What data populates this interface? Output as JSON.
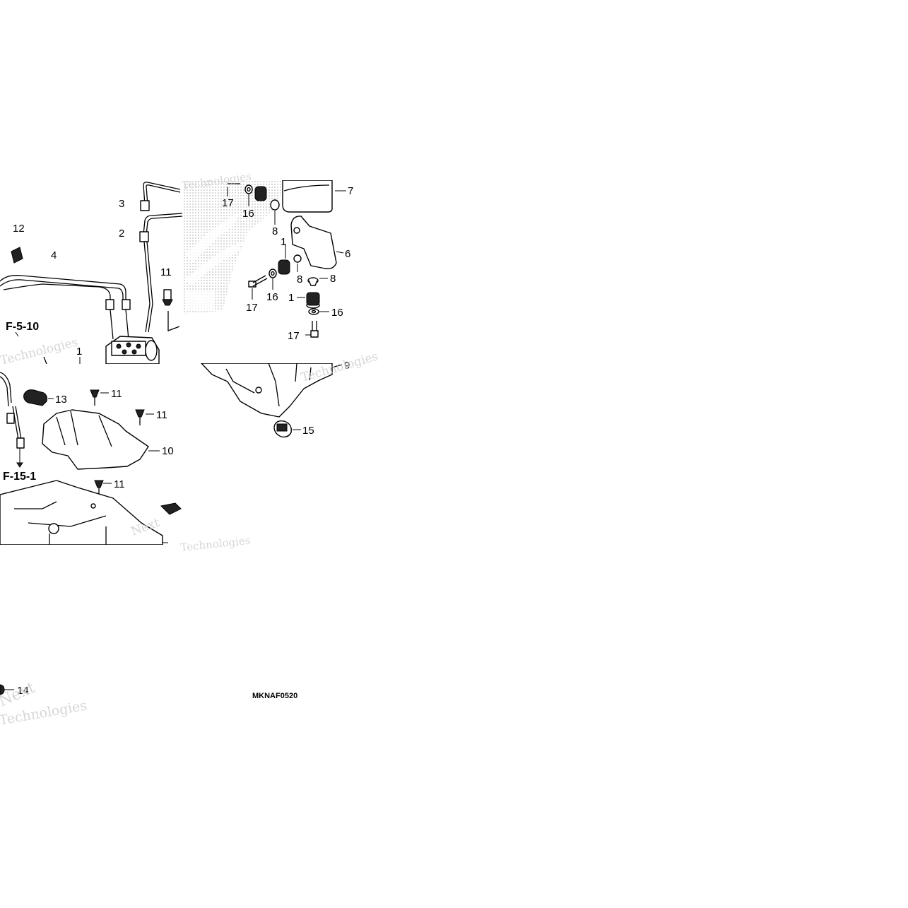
{
  "diagram": {
    "drawing_code": "MKNAF0520",
    "references": [
      {
        "id": "ref-f-5-10",
        "text": "F-5-10"
      },
      {
        "id": "ref-f-15-1",
        "text": "F-15-1"
      }
    ],
    "callouts": [
      {
        "id": "c1a",
        "text": "1"
      },
      {
        "id": "c1b",
        "text": "1"
      },
      {
        "id": "c1c",
        "text": "1"
      },
      {
        "id": "c2",
        "text": "2"
      },
      {
        "id": "c3",
        "text": "3"
      },
      {
        "id": "c4",
        "text": "4"
      },
      {
        "id": "c6",
        "text": "6"
      },
      {
        "id": "c7",
        "text": "7"
      },
      {
        "id": "c8a",
        "text": "8"
      },
      {
        "id": "c8b",
        "text": "8"
      },
      {
        "id": "c8c",
        "text": "8"
      },
      {
        "id": "c9",
        "text": "9"
      },
      {
        "id": "c10",
        "text": "10"
      },
      {
        "id": "c11a",
        "text": "11"
      },
      {
        "id": "c11b",
        "text": "11"
      },
      {
        "id": "c11c",
        "text": "11"
      },
      {
        "id": "c11d",
        "text": "11"
      },
      {
        "id": "c12",
        "text": "12"
      },
      {
        "id": "c13",
        "text": "13"
      },
      {
        "id": "c14",
        "text": "14"
      },
      {
        "id": "c15",
        "text": "15"
      },
      {
        "id": "c16a",
        "text": "16"
      },
      {
        "id": "c16b",
        "text": "16"
      },
      {
        "id": "c16c",
        "text": "16"
      },
      {
        "id": "c17a",
        "text": "17"
      },
      {
        "id": "c17b",
        "text": "17"
      },
      {
        "id": "c17c",
        "text": "17"
      }
    ],
    "watermarks": [
      "Next",
      "Technologies"
    ]
  }
}
